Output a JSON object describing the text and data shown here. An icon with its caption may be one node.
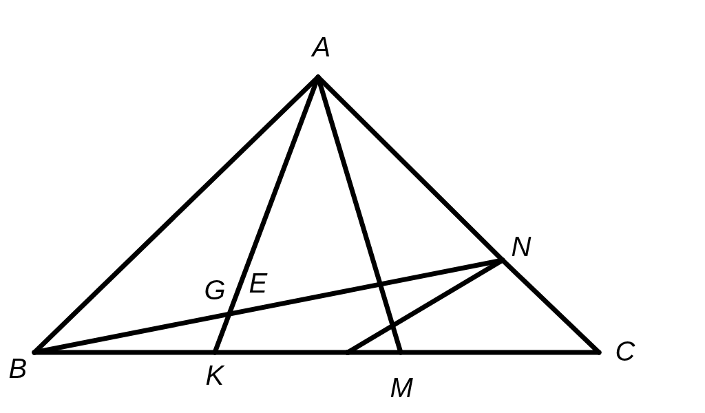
{
  "diagram": {
    "nodes": [
      {
        "text": [
          "A"
        ]
      },
      {
        "text": [
          "B"
        ]
      },
      {
        "text": [
          "C"
        ]
      },
      {
        "text": [
          "N"
        ]
      },
      {
        "text": [
          "K"
        ]
      },
      {
        "text": [
          "M"
        ]
      },
      {
        "text": [],
        "shape": "point"
      }
    ],
    "edges": [
      {
        "from": 0,
        "to": 1,
        "arrow": "none"
      },
      {
        "from": 0,
        "to": 3,
        "arrow": "none"
      },
      {
        "from": 3,
        "to": 2,
        "arrow": "none"
      },
      {
        "from": 1,
        "to": 4,
        "arrow": "none"
      },
      {
        "from": 4,
        "to": 6,
        "arrow": "none"
      },
      {
        "from": 6,
        "to": 5,
        "arrow": "none"
      },
      {
        "from": 5,
        "to": 2,
        "arrow": "none"
      },
      {
        "from": 0,
        "to": 4,
        "arrow": "none"
      },
      {
        "from": 0,
        "to": 5,
        "arrow": "none"
      },
      {
        "from": 1,
        "to": 3,
        "arrow": "none"
      },
      {
        "from": 3,
        "to": 6,
        "arrow": "none"
      }
    ],
    "labels": [
      "G",
      "E"
    ]
  }
}
